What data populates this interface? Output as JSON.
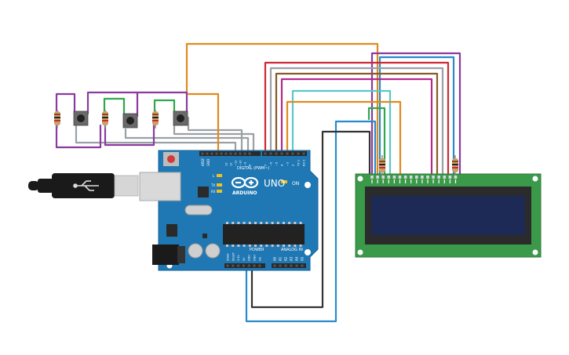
{
  "colors": {
    "board": "#1f78b4",
    "board_edge": "#1662a0",
    "header": "#2a2a2a",
    "lcd_pcb": "#3a9a4a",
    "lcd_glass": "#1d2a55",
    "lcd_bezel": "#2b2b2b",
    "usb_cable": "#1a1a1a",
    "usb_plug": "#d9d9d9",
    "button_body": "#5a5a5a",
    "button_cap": "#222222",
    "resistor_body": "#c9a06a",
    "wire_orange": "#e08a1e",
    "wire_purple": "#8a3aa0",
    "wire_green": "#2ea84a",
    "wire_gray": "#9aa0a6",
    "wire_red": "#cc2a36",
    "wire_brown": "#8a5a2a",
    "wire_magenta": "#b02a8a",
    "wire_cyan": "#5ac8c8",
    "wire_blue": "#2a8ac8",
    "wire_black": "#333333",
    "led_yellow": "#f0c020"
  },
  "arduino": {
    "logo_text": "ARDUINO",
    "model": "UNO",
    "on_label": "ON",
    "digital_label": "DIGITAL (PWM~)",
    "power_label": "POWER",
    "analog_label": "ANALOG IN",
    "aref": "AREF",
    "gnd": "GND",
    "tx_label": "TX",
    "rx_label": "RX",
    "l_label": "L",
    "digital_pins": [
      "13",
      "12",
      "~11",
      "~10",
      "~9",
      "8",
      "7",
      "~6",
      "~5",
      "4",
      "~3",
      "2",
      "TX 1",
      "RX 0"
    ],
    "power_pins": [
      "IOREF",
      "RESET",
      "3.3V",
      "5V",
      "GND",
      "GND",
      "Vin"
    ],
    "analog_pins": [
      "A0",
      "A1",
      "A2",
      "A3",
      "A4",
      "A5"
    ]
  },
  "icons": {
    "arduino_logo": "infinity-logo-icon",
    "usb": "usb-trident-icon"
  }
}
